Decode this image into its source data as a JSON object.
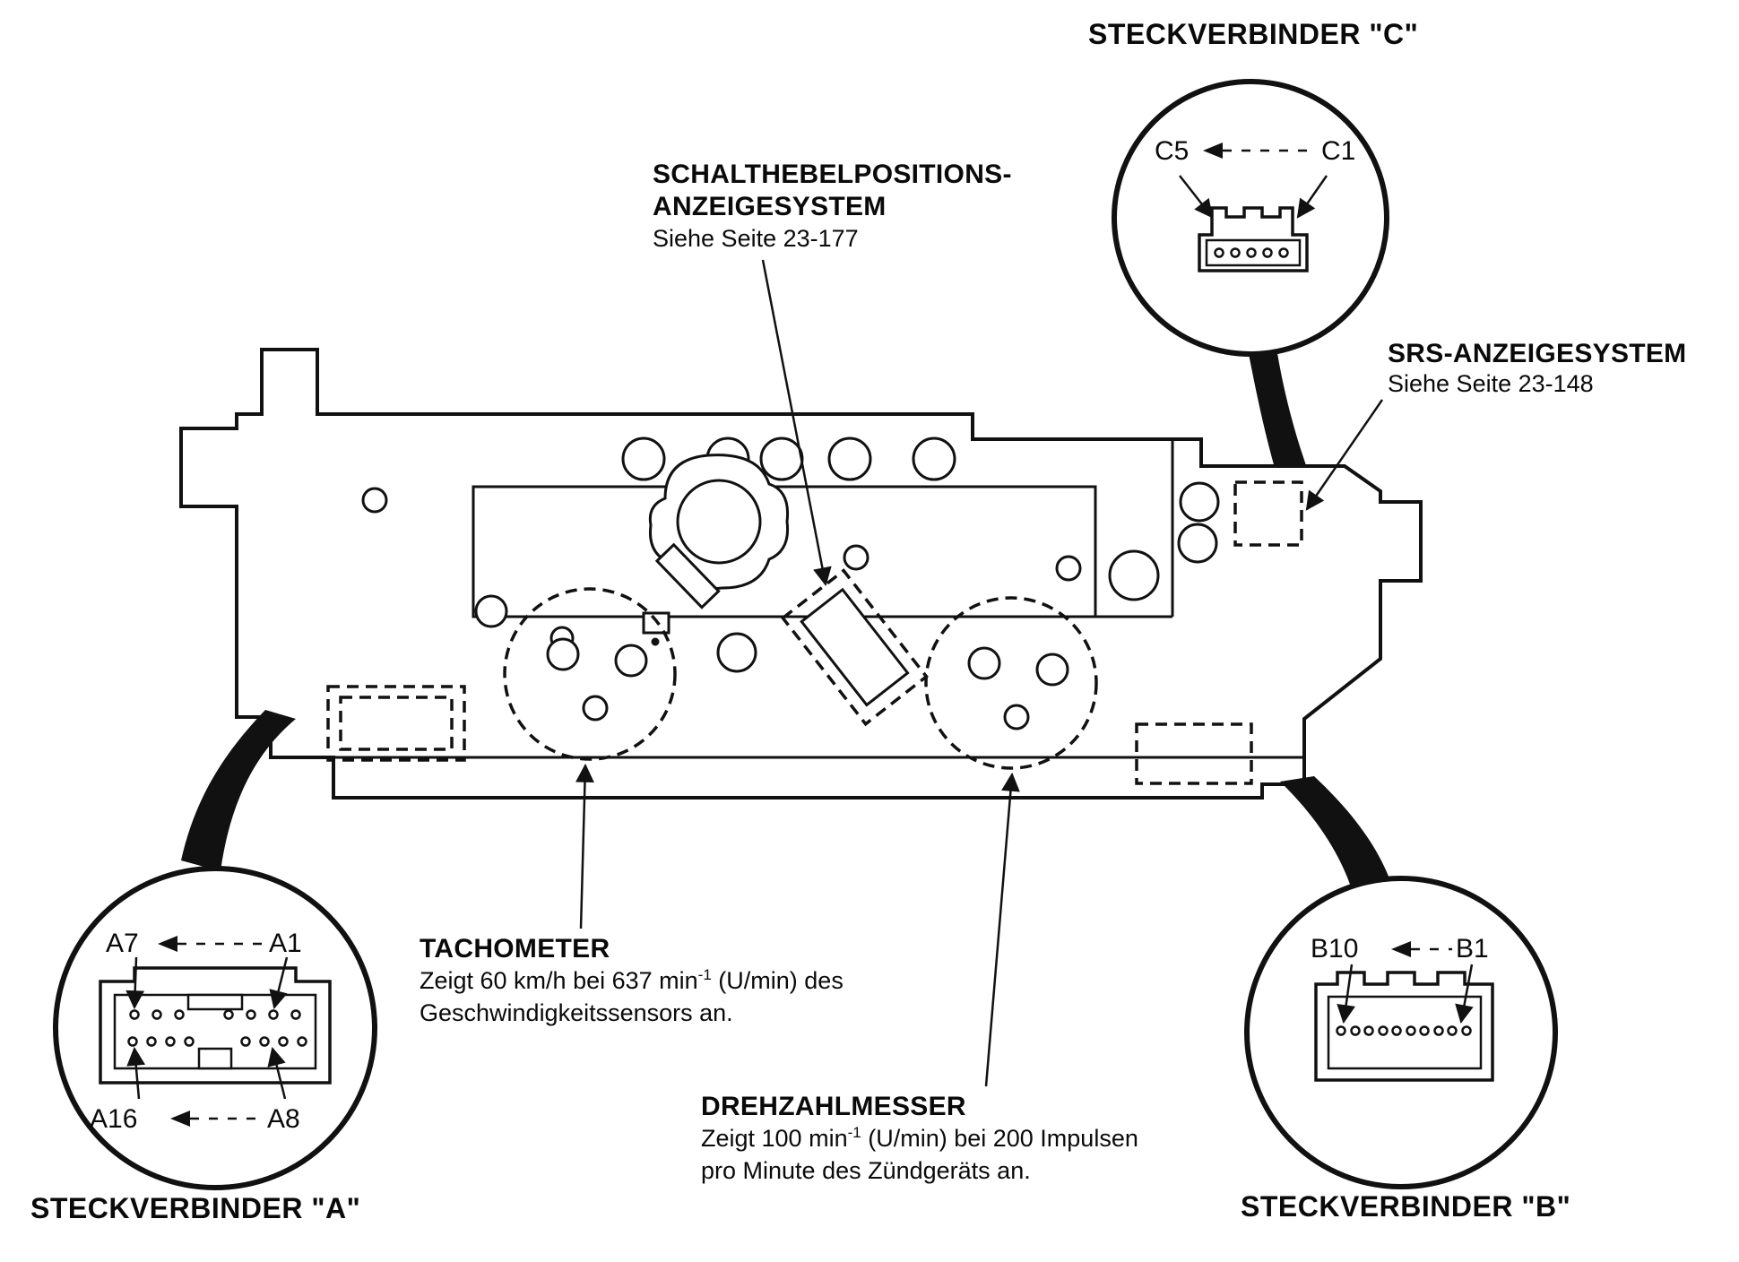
{
  "page": {
    "background": "#ffffff",
    "ink": "#111111"
  },
  "connector_c": {
    "title": "STECKVERBINDER \"C\"",
    "pin_from": "C5",
    "pin_to": "C1"
  },
  "connector_a": {
    "title": "STECKVERBINDER \"A\"",
    "pin_row1_from": "A7",
    "pin_row1_to": "A1",
    "pin_row2_from": "A16",
    "pin_row2_to": "A8"
  },
  "connector_b": {
    "title": "STECKVERBINDER \"B\"",
    "pin_from": "B10",
    "pin_to": "B1"
  },
  "srs": {
    "title": "SRS-ANZEIGESYSTEM",
    "ref": "Siehe Seite 23-148"
  },
  "shift_indicator": {
    "title_line1": "SCHALTHEBELPOSITIONS-",
    "title_line2": "ANZEIGESYSTEM",
    "ref": "Siehe Seite 23-177"
  },
  "tachometer": {
    "title": "TACHOMETER",
    "desc1_pre": "Zeigt 60 km/h bei 637 min",
    "desc1_sup": "-1",
    "desc1_post": " (U/min) des",
    "desc2": "Geschwindigkeitssensors an."
  },
  "drehzahlmesser": {
    "title": "DREHZAHLMESSER",
    "desc1_pre": "Zeigt 100 min",
    "desc1_sup": "-1",
    "desc1_post": " (U/min) bei 200 Impulsen",
    "desc2": "pro Minute des Zündgeräts an."
  }
}
